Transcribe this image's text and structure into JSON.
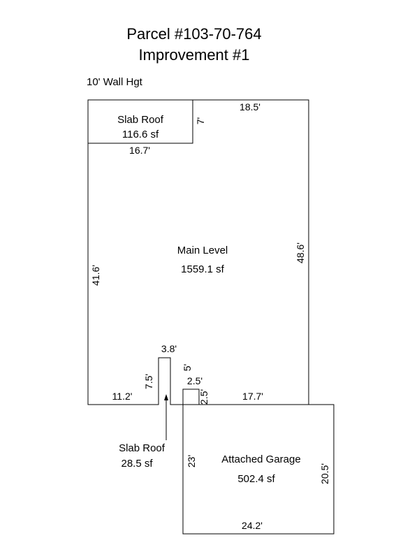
{
  "title_line1": "Parcel #103-70-764",
  "title_line2": "Improvement #1",
  "wall_height": "10' Wall Hgt",
  "areas": {
    "slab_roof_top": {
      "name": "Slab Roof",
      "area": "116.6 sf"
    },
    "main_level": {
      "name": "Main Level",
      "area": "1559.1 sf"
    },
    "slab_roof_small": {
      "name": "Slab Roof",
      "area": "28.5 sf"
    },
    "garage": {
      "name": "Attached Garage",
      "area": "502.4 sf"
    }
  },
  "dimensions": {
    "top_right": "18.5'",
    "slab_side": "7'",
    "slab_bottom": "16.7'",
    "left_side": "41.6'",
    "right_side": "48.6'",
    "notch_top": "3.8'",
    "notch_left": "7.5'",
    "notch_right": "5'",
    "step_top": "2.5'",
    "step_side": "2.5'",
    "bottom_left": "11.2'",
    "bottom_right": "17.7'",
    "garage_left": "23'",
    "garage_right": "20.5'",
    "garage_bottom": "24.2'"
  }
}
